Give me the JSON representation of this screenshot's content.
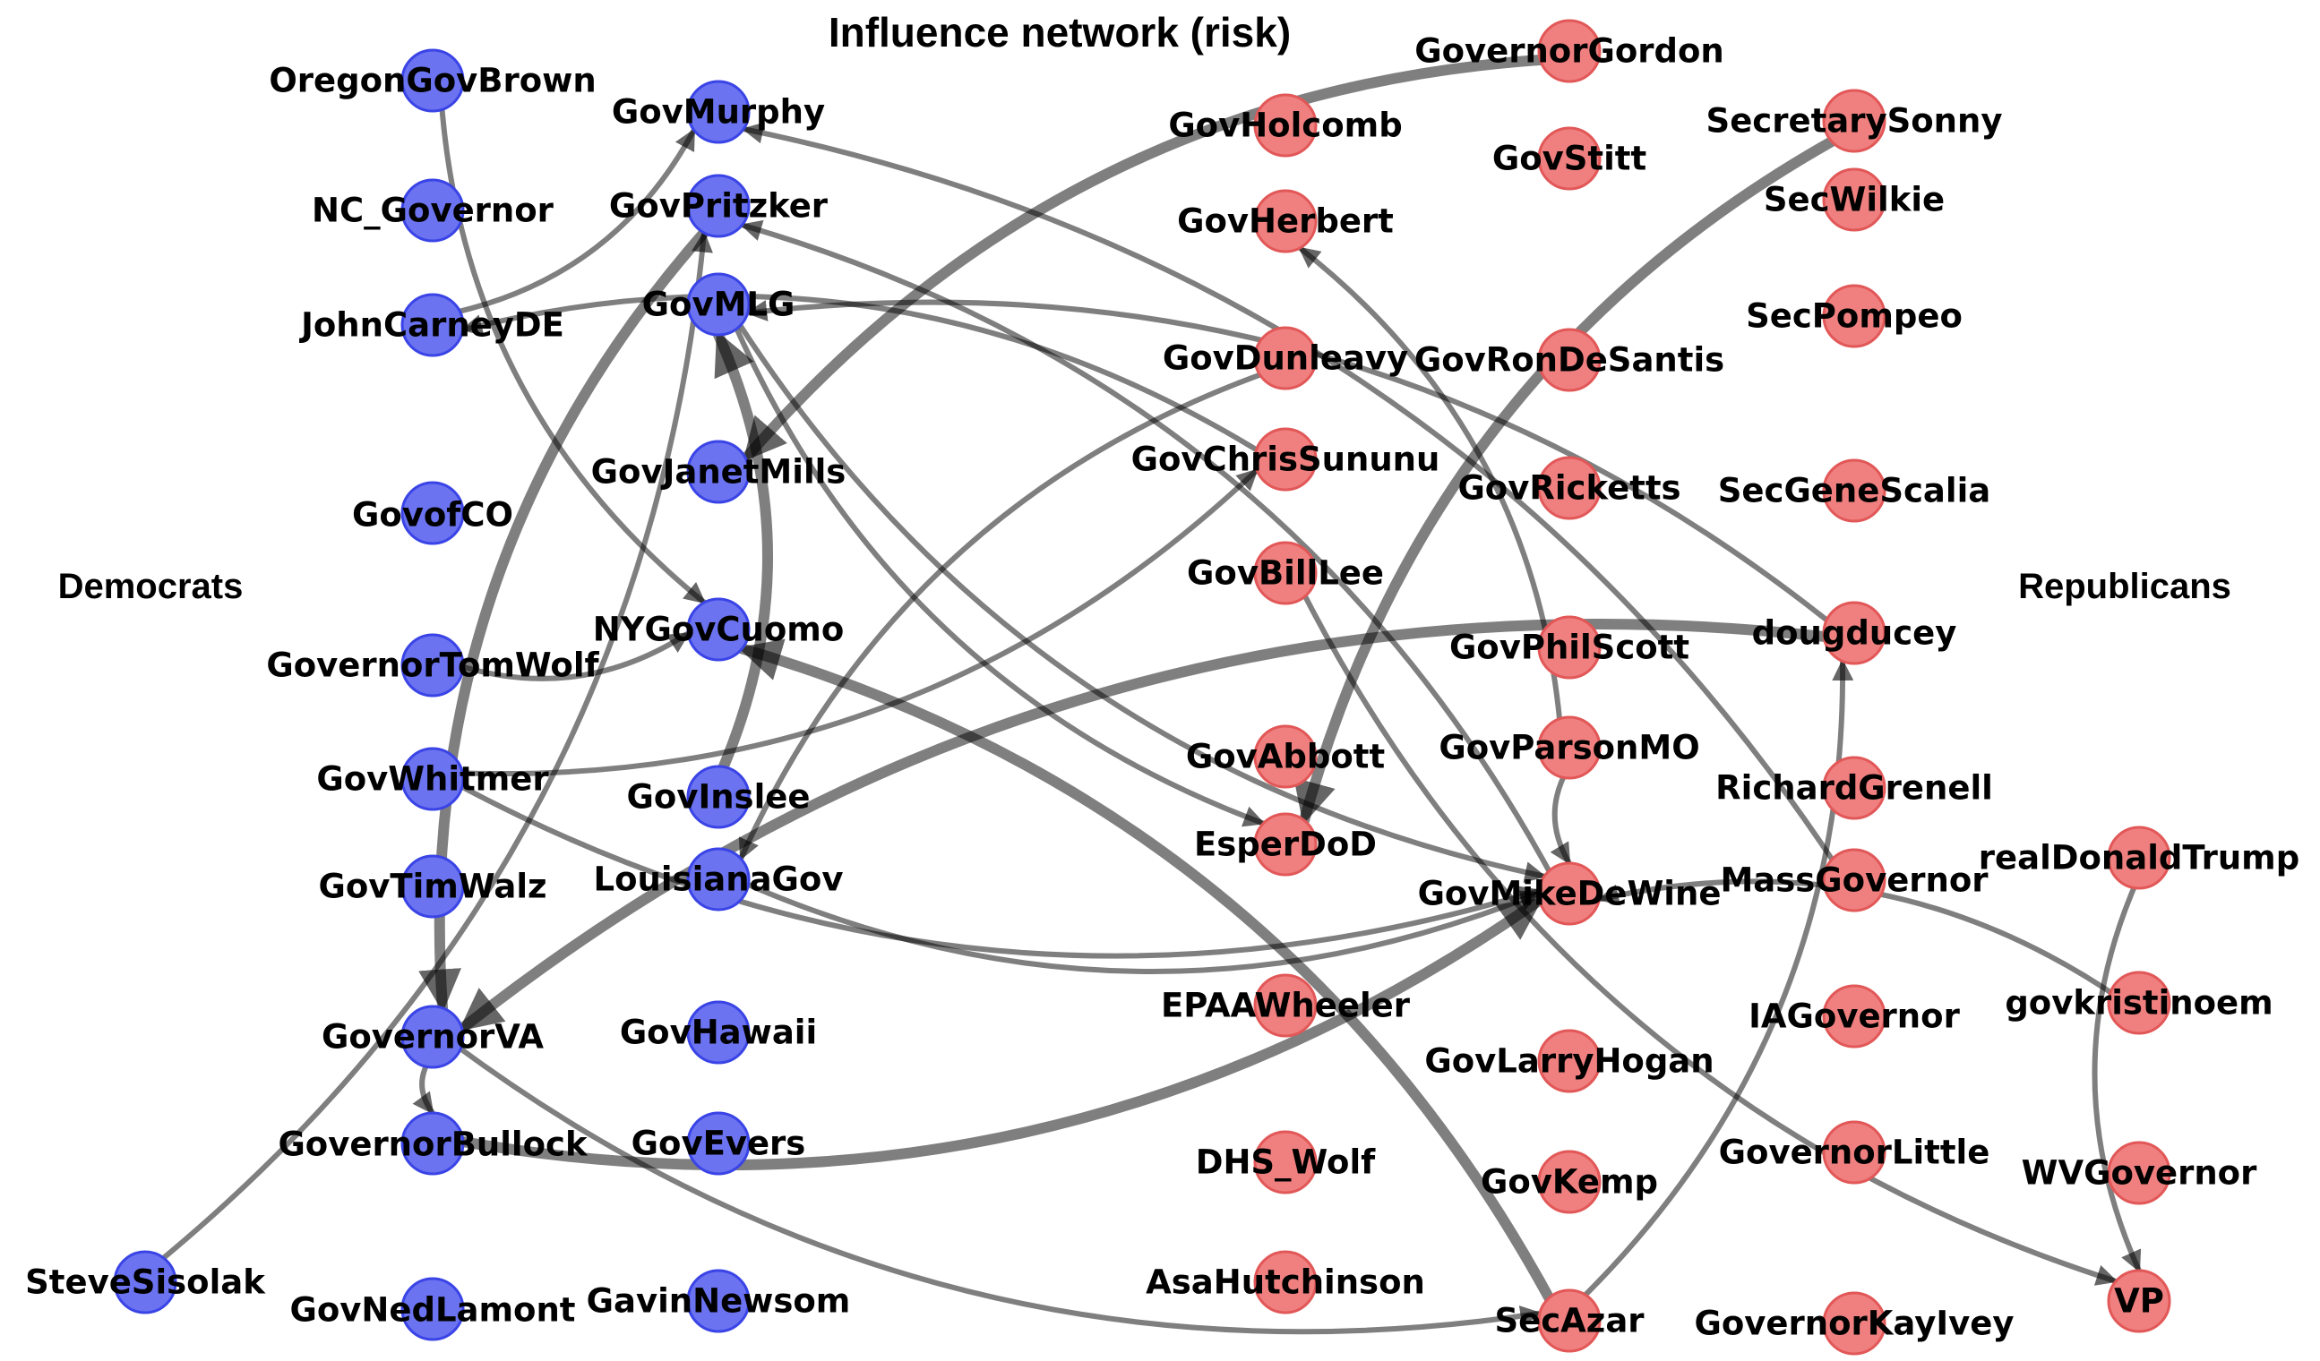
{
  "title": "Influence network (risk)",
  "groups": [
    {
      "id": "dem",
      "label": "Democrats",
      "fill": "#6b73f0",
      "stroke": "#3a44e6"
    },
    {
      "id": "rep",
      "label": "Republicans",
      "fill": "#f08080",
      "stroke": "#e25757"
    }
  ],
  "nodes": [
    {
      "id": "OregonGovBrown",
      "label": "OregonGovBrown",
      "group": "dem"
    },
    {
      "id": "NC_Governor",
      "label": "NC_Governor",
      "group": "dem"
    },
    {
      "id": "JohnCarneyDE",
      "label": "JohnCarneyDE",
      "group": "dem"
    },
    {
      "id": "GovofCO",
      "label": "GovofCO",
      "group": "dem"
    },
    {
      "id": "GovernorTomWolf",
      "label": "GovernorTomWolf",
      "group": "dem"
    },
    {
      "id": "GovWhitmer",
      "label": "GovWhitmer",
      "group": "dem"
    },
    {
      "id": "GovTimWalz",
      "label": "GovTimWalz",
      "group": "dem"
    },
    {
      "id": "GovernorVA",
      "label": "GovernorVA",
      "group": "dem"
    },
    {
      "id": "GovernorBullock",
      "label": "GovernorBullock",
      "group": "dem"
    },
    {
      "id": "SteveSisolak",
      "label": "SteveSisolak",
      "group": "dem"
    },
    {
      "id": "GovNedLamont",
      "label": "GovNedLamont",
      "group": "dem"
    },
    {
      "id": "GovMurphy",
      "label": "GovMurphy",
      "group": "dem"
    },
    {
      "id": "GovPritzker",
      "label": "GovPritzker",
      "group": "dem"
    },
    {
      "id": "GovMLG",
      "label": "GovMLG",
      "group": "dem"
    },
    {
      "id": "GovJanetMills",
      "label": "GovJanetMills",
      "group": "dem"
    },
    {
      "id": "NYGovCuomo",
      "label": "NYGovCuomo",
      "group": "dem"
    },
    {
      "id": "GovInslee",
      "label": "GovInslee",
      "group": "dem"
    },
    {
      "id": "LouisianaGov",
      "label": "LouisianaGov",
      "group": "dem"
    },
    {
      "id": "GovHawaii",
      "label": "GovHawaii",
      "group": "dem"
    },
    {
      "id": "GovEvers",
      "label": "GovEvers",
      "group": "dem"
    },
    {
      "id": "GavinNewsom",
      "label": "GavinNewsom",
      "group": "dem"
    },
    {
      "id": "GovHolcomb",
      "label": "GovHolcomb",
      "group": "rep"
    },
    {
      "id": "GovHerbert",
      "label": "GovHerbert",
      "group": "rep"
    },
    {
      "id": "GovDunleavy",
      "label": "GovDunleavy",
      "group": "rep"
    },
    {
      "id": "GovChrisSununu",
      "label": "GovChrisSununu",
      "group": "rep"
    },
    {
      "id": "GovBillLee",
      "label": "GovBillLee",
      "group": "rep"
    },
    {
      "id": "GovAbbott",
      "label": "GovAbbott",
      "group": "rep"
    },
    {
      "id": "EsperDoD",
      "label": "EsperDoD",
      "group": "rep"
    },
    {
      "id": "EPAAWheeler",
      "label": "EPAAWheeler",
      "group": "rep"
    },
    {
      "id": "DHS_Wolf",
      "label": "DHS_Wolf",
      "group": "rep"
    },
    {
      "id": "AsaHutchinson",
      "label": "AsaHutchinson",
      "group": "rep"
    },
    {
      "id": "GovernorGordon",
      "label": "GovernorGordon",
      "group": "rep"
    },
    {
      "id": "GovStitt",
      "label": "GovStitt",
      "group": "rep"
    },
    {
      "id": "GovRonDeSantis",
      "label": "GovRonDeSantis",
      "group": "rep"
    },
    {
      "id": "GovRicketts",
      "label": "GovRicketts",
      "group": "rep"
    },
    {
      "id": "GovPhilScott",
      "label": "GovPhilScott",
      "group": "rep"
    },
    {
      "id": "GovParsonMO",
      "label": "GovParsonMO",
      "group": "rep"
    },
    {
      "id": "GovMikeDeWine",
      "label": "GovMikeDeWine",
      "group": "rep"
    },
    {
      "id": "GovLarryHogan",
      "label": "GovLarryHogan",
      "group": "rep"
    },
    {
      "id": "GovKemp",
      "label": "GovKemp",
      "group": "rep"
    },
    {
      "id": "SecAzar",
      "label": "SecAzar",
      "group": "rep"
    },
    {
      "id": "SecretarySonny",
      "label": "SecretarySonny",
      "group": "rep"
    },
    {
      "id": "SecWilkie",
      "label": "SecWilkie",
      "group": "rep"
    },
    {
      "id": "SecPompeo",
      "label": "SecPompeo",
      "group": "rep"
    },
    {
      "id": "SecGeneScalia",
      "label": "SecGeneScalia",
      "group": "rep"
    },
    {
      "id": "dougducey",
      "label": "dougducey",
      "group": "rep"
    },
    {
      "id": "RichardGrenell",
      "label": "RichardGrenell",
      "group": "rep"
    },
    {
      "id": "MassGovernor",
      "label": "MassGovernor",
      "group": "rep"
    },
    {
      "id": "IAGovernor",
      "label": "IAGovernor",
      "group": "rep"
    },
    {
      "id": "GovernorLittle",
      "label": "GovernorLittle",
      "group": "rep"
    },
    {
      "id": "GovernorKayIvey",
      "label": "GovernorKayIvey",
      "group": "rep"
    },
    {
      "id": "realDonaldTrump",
      "label": "realDonaldTrump",
      "group": "rep"
    },
    {
      "id": "govkristinoem",
      "label": "govkristinoem",
      "group": "rep"
    },
    {
      "id": "WVGovernor",
      "label": "WVGovernor",
      "group": "rep"
    },
    {
      "id": "VP",
      "label": "VP",
      "group": "rep"
    }
  ],
  "edges": [
    {
      "source": "GovernorGordon",
      "target": "GovJanetMills",
      "weight": 3
    },
    {
      "source": "SecretarySonny",
      "target": "EsperDoD",
      "weight": 3
    },
    {
      "source": "dougducey",
      "target": "GovernorVA",
      "weight": 3
    },
    {
      "source": "GovernorBullock",
      "target": "GovMikeDeWine",
      "weight": 3
    },
    {
      "source": "SecAzar",
      "target": "NYGovCuomo",
      "weight": 3
    },
    {
      "source": "GovInslee",
      "target": "GovMLG",
      "weight": 3
    },
    {
      "source": "GovPritzker",
      "target": "GovernorVA",
      "weight": 3
    },
    {
      "source": "OregonGovBrown",
      "target": "NYGovCuomo",
      "weight": 1
    },
    {
      "source": "JohnCarneyDE",
      "target": "GovMurphy",
      "weight": 1
    },
    {
      "source": "GovernorTomWolf",
      "target": "NYGovCuomo",
      "weight": 1
    },
    {
      "source": "GovWhitmer",
      "target": "GovChrisSununu",
      "weight": 1
    },
    {
      "source": "GovWhitmer",
      "target": "GovMikeDeWine",
      "weight": 1
    },
    {
      "source": "GovernorVA",
      "target": "GovernorBullock",
      "weight": 1
    },
    {
      "source": "SteveSisolak",
      "target": "GovPritzker",
      "weight": 1
    },
    {
      "source": "GovMLG",
      "target": "EsperDoD",
      "weight": 1
    },
    {
      "source": "GovMLG",
      "target": "GovMikeDeWine",
      "weight": 1
    },
    {
      "source": "dougducey",
      "target": "GovMLG",
      "weight": 1
    },
    {
      "source": "GovChrisSununu",
      "target": "JohnCarneyDE",
      "weight": 1
    },
    {
      "source": "LouisianaGov",
      "target": "GovMikeDeWine",
      "weight": 1
    },
    {
      "source": "GovernorVA",
      "target": "SecAzar",
      "weight": 1
    },
    {
      "source": "MassGovernor",
      "target": "GovMurphy",
      "weight": 1
    },
    {
      "source": "GovMikeDeWine",
      "target": "GovPritzker",
      "weight": 1
    },
    {
      "source": "GovParsonMO",
      "target": "GovHerbert",
      "weight": 1
    },
    {
      "source": "GovParsonMO",
      "target": "GovMikeDeWine",
      "weight": 1
    },
    {
      "source": "SecAzar",
      "target": "dougducey",
      "weight": 1
    },
    {
      "source": "realDonaldTrump",
      "target": "VP",
      "weight": 1
    },
    {
      "source": "govkristinoem",
      "target": "GovMikeDeWine",
      "weight": 1
    },
    {
      "source": "GovBillLee",
      "target": "VP",
      "weight": 1
    },
    {
      "source": "GovDunleavy",
      "target": "LouisianaGov",
      "weight": 1
    }
  ]
}
